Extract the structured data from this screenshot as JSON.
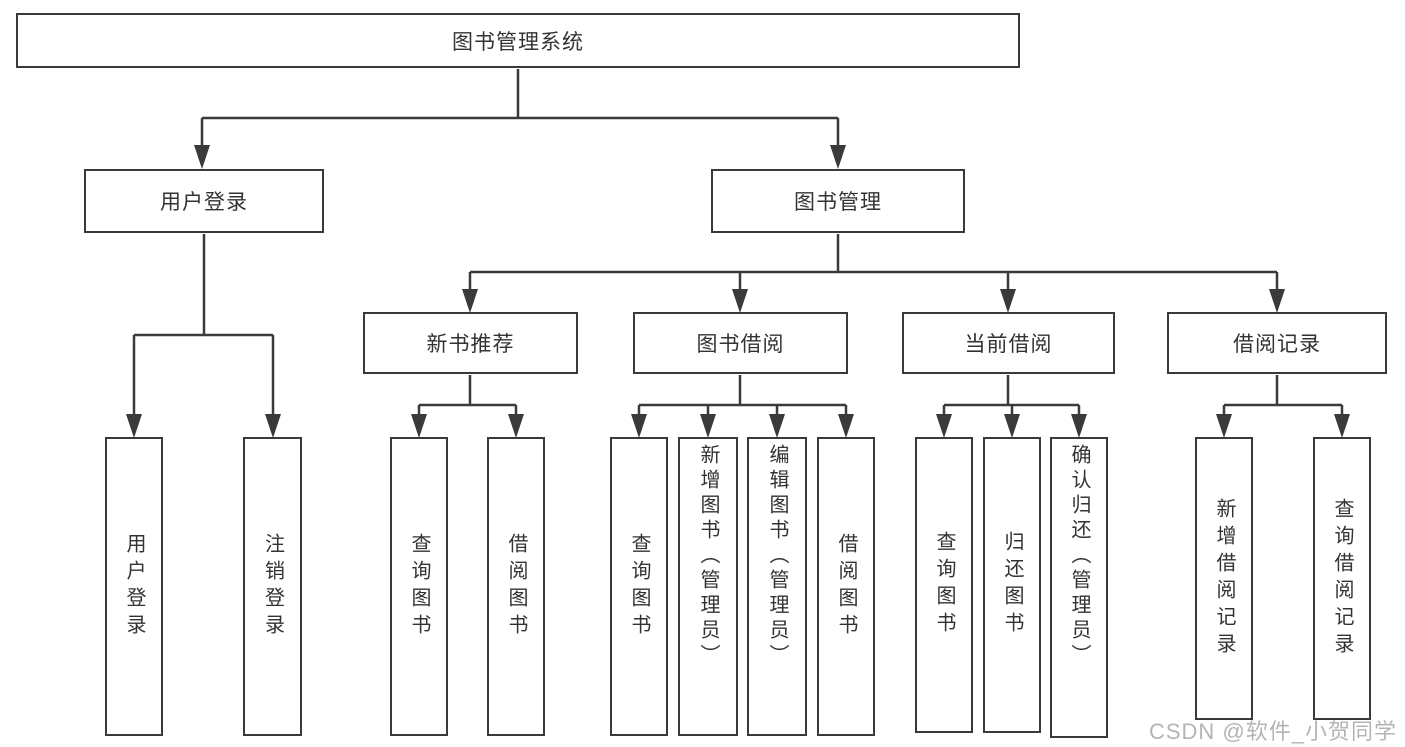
{
  "root": {
    "label": "图书管理系统"
  },
  "login": {
    "label": "用户登录",
    "children": [
      {
        "label": "用户登录"
      },
      {
        "label": "注销登录"
      }
    ]
  },
  "management": {
    "label": "图书管理",
    "children": [
      {
        "label": "新书推荐",
        "children": [
          {
            "label": "查询图书"
          },
          {
            "label": "借阅图书"
          }
        ]
      },
      {
        "label": "图书借阅",
        "children": [
          {
            "label": "查询图书"
          },
          {
            "label": "新增图书（管理员）"
          },
          {
            "label": "编辑图书（管理员）"
          },
          {
            "label": "借阅图书"
          }
        ]
      },
      {
        "label": "当前借阅",
        "children": [
          {
            "label": "查询图书"
          },
          {
            "label": "归还图书"
          },
          {
            "label": "确认归还（管理员）"
          }
        ]
      },
      {
        "label": "借阅记录",
        "children": [
          {
            "label": "新增借阅记录"
          },
          {
            "label": "查询借阅记录"
          }
        ]
      }
    ]
  },
  "watermark": {
    "text": "CSDN @软件_小贺同学"
  },
  "colors": {
    "line": "#3a3a3a",
    "text": "#333333",
    "watermark": "#b4b4b4"
  }
}
